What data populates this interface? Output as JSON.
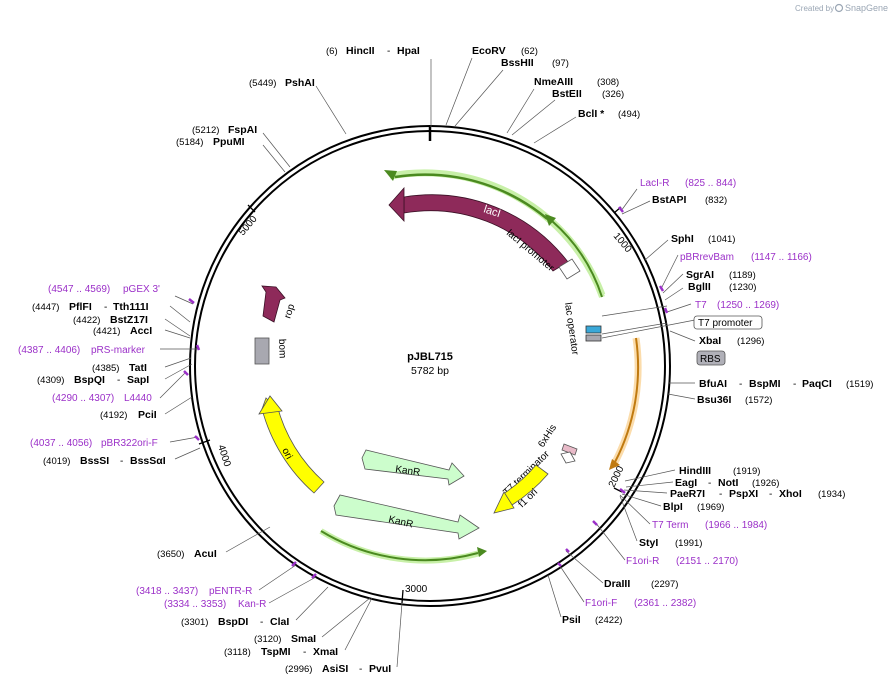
{
  "plasmid": {
    "name": "pJBL715",
    "length": "5782 bp"
  },
  "credit": {
    "created_by": "Created by",
    "brand": "SnapGene"
  },
  "colors": {
    "lacI": "#8e2a5a",
    "promoter": "#5ca12a",
    "kanR": "#ccfdcc",
    "ori": "#ffff00",
    "f1ori": "#ffff00",
    "rop": "#8e2a5a",
    "bom": "#a8a8b0",
    "terminator": "#e8a020",
    "primer": "#9b30c8"
  },
  "ticks": [
    {
      "label": "1000",
      "bp": 1000
    },
    {
      "label": "2000",
      "bp": 2000
    },
    {
      "label": "3000",
      "bp": 3000
    },
    {
      "label": "4000",
      "bp": 4000
    },
    {
      "label": "5000",
      "bp": 5000
    }
  ],
  "features": {
    "lacI": "lacI",
    "lacI_promoter": "lacI promoter",
    "lac_operator": "lac operator",
    "rop": "rop",
    "bom": "bom",
    "ori": "ori",
    "kanR_inner": "KanR",
    "kanR_outer": "KanR",
    "f1ori": "f1 ori",
    "t7_terminator": "T7 terminator",
    "his": "6xHis",
    "t7_promoter": "T7 promoter",
    "rbs": "RBS"
  },
  "left_labels": [
    {
      "pos": "(6)",
      "a": "HincII",
      "b": "HpaI"
    },
    {
      "pos": "(5449)",
      "a": "PshAI"
    },
    {
      "pos": "(5212)",
      "a": "FspAI"
    },
    {
      "pos": "(5184)",
      "a": "PpuMI"
    },
    {
      "primer": "pGEX 3'",
      "range": "(4547 .. 4569)"
    },
    {
      "pos": "(4447)",
      "a": "PflFI",
      "b": "Tth111I"
    },
    {
      "pos": "(4422)",
      "a": "BstZ17I"
    },
    {
      "pos": "(4421)",
      "a": "AccI"
    },
    {
      "primer": "pRS-marker",
      "range": "(4387 .. 4406)"
    },
    {
      "pos": "(4385)",
      "a": "TatI"
    },
    {
      "pos": "(4309)",
      "a": "BspQI",
      "b": "SapI"
    },
    {
      "primer": "L4440",
      "range": "(4290 .. 4307)"
    },
    {
      "pos": "(4192)",
      "a": "PciI"
    },
    {
      "primer": "pBR322ori-F",
      "range": "(4037 .. 4056)"
    },
    {
      "pos": "(4019)",
      "a": "BssSI",
      "b": "BssSαI"
    },
    {
      "pos": "(3650)",
      "a": "AcuI"
    },
    {
      "primer": "pENTR-R",
      "range": "(3418 .. 3437)"
    },
    {
      "primer": "Kan-R",
      "range": "(3334 .. 3353)"
    },
    {
      "pos": "(3301)",
      "a": "BspDI",
      "b": "ClaI"
    },
    {
      "pos": "(3120)",
      "a": "SmaI"
    },
    {
      "pos": "(3118)",
      "a": "TspMI",
      "b": "XmaI"
    },
    {
      "pos": "(2996)",
      "a": "AsiSI",
      "b": "PvuI"
    }
  ],
  "right_labels": [
    {
      "a": "EcoRV",
      "pos": "(62)"
    },
    {
      "a": "BssHII",
      "pos": "(97)"
    },
    {
      "a": "NmeAIII",
      "pos": "(308)"
    },
    {
      "a": "BstEII",
      "pos": "(326)"
    },
    {
      "a": "BclI *",
      "pos": "(494)"
    },
    {
      "primer": "LacI-R",
      "range": "(825 .. 844)"
    },
    {
      "a": "BstAPI",
      "pos": "(832)"
    },
    {
      "a": "SphI",
      "pos": "(1041)"
    },
    {
      "primer": "pBRrevBam",
      "range": "(1147 .. 1166)"
    },
    {
      "a": "SgrAI",
      "pos": "(1189)"
    },
    {
      "a": "BglII",
      "pos": "(1230)"
    },
    {
      "primer": "T7",
      "range": "(1250 .. 1269)"
    },
    {
      "a": "XbaI",
      "pos": "(1296)"
    },
    {
      "a": "BfuAI",
      "b": "BspMI",
      "c": "PaqCI",
      "pos": "(1519)"
    },
    {
      "a": "Bsu36I",
      "pos": "(1572)"
    },
    {
      "a": "HindIII",
      "pos": "(1919)"
    },
    {
      "a": "EagI",
      "b": "NotI",
      "pos": "(1926)"
    },
    {
      "a": "PaeR7I",
      "b": "PspXI",
      "c": "XhoI",
      "pos": "(1934)"
    },
    {
      "a": "BlpI",
      "pos": "(1969)"
    },
    {
      "primer": "T7 Term",
      "range": "(1966 .. 1984)"
    },
    {
      "a": "StyI",
      "pos": "(1991)"
    },
    {
      "primer": "F1ori-R",
      "range": "(2151 .. 2170)"
    },
    {
      "a": "DraIII",
      "pos": "(2297)"
    },
    {
      "primer": "F1ori-F",
      "range": "(2361 .. 2382)"
    },
    {
      "a": "PsiI",
      "pos": "(2422)"
    }
  ]
}
